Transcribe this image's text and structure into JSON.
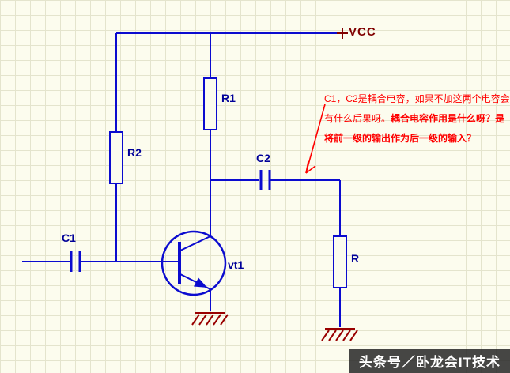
{
  "schematic": {
    "power_label": "VCC",
    "components": {
      "r1": "R1",
      "r2": "R2",
      "r_load": "R",
      "c1": "C1",
      "c2": "C2",
      "transistor": "vt1"
    },
    "colors": {
      "wire": "#0b0bcf",
      "component_label": "#000099",
      "power": "#800000",
      "ground": "#990000",
      "annotation": "#ff0000",
      "background": "#fcfcee",
      "grid_line": "#e4e4cd"
    }
  },
  "annotation": {
    "lines": [
      {
        "segments": [
          {
            "text": "C1，C2是耦合电容，如果不加这两个电容会",
            "bold": false
          }
        ]
      },
      {
        "segments": [
          {
            "text": "有什么后果呀。",
            "bold": false
          },
          {
            "text": "耦合电容作用是什么呀？是",
            "bold": true
          }
        ]
      },
      {
        "segments": [
          {
            "text": "将前一级的输出作为后一级的输入？",
            "bold": true
          }
        ]
      }
    ]
  },
  "watermark": {
    "text": "头条号／卧龙会IT技术"
  }
}
